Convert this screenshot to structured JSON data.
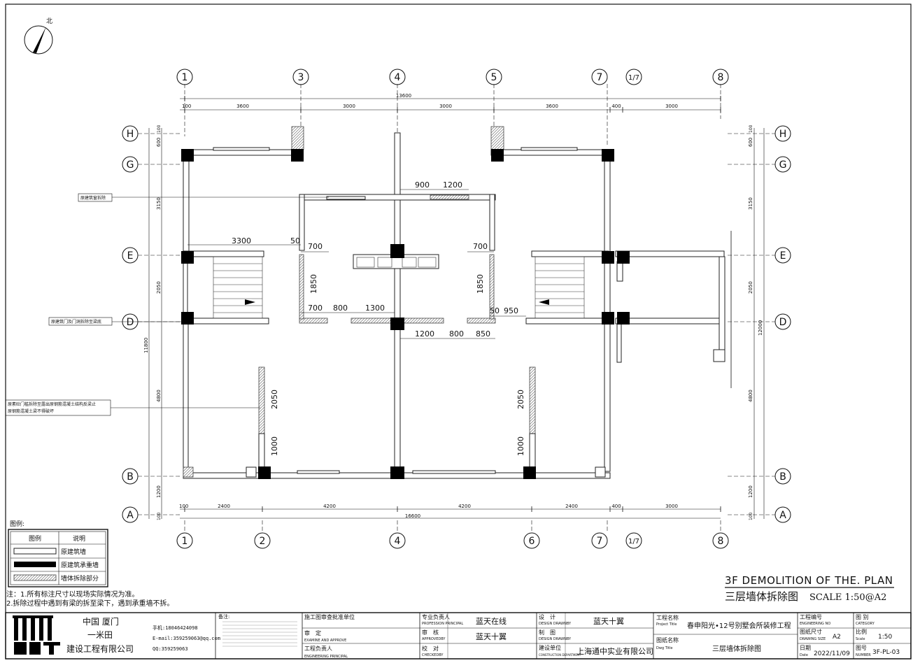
{
  "north": {
    "label": "北"
  },
  "grids": {
    "top": [
      "1",
      "3",
      "4",
      "5",
      "7",
      "1/7",
      "8"
    ],
    "bottom": [
      "1",
      "2",
      "4",
      "6",
      "7",
      "1/7",
      "8"
    ],
    "rows": [
      "H",
      "G",
      "E",
      "D",
      "B",
      "A"
    ]
  },
  "dimensions": {
    "top_total": "13600",
    "top": [
      "100",
      "3600",
      "3000",
      "3000",
      "3600",
      "400",
      "3000"
    ],
    "bottom_total": "16600",
    "bottom": [
      "100",
      "2400",
      "4200",
      "4200",
      "2400",
      "400",
      "3000"
    ],
    "left": [
      "100",
      "600",
      "3150",
      "2050",
      "4800",
      "1200",
      "100"
    ],
    "left_total": "11800",
    "right": [
      "100",
      "600",
      "3150",
      "2050",
      "4800",
      "1200",
      "100"
    ],
    "right_total": "12000",
    "inner": [
      "900",
      "1200",
      "3300",
      "50",
      "700",
      "700",
      "1850",
      "1850",
      "700",
      "800",
      "1300",
      "50",
      "950",
      "1200",
      "800",
      "850",
      "2050",
      "2050",
      "1000",
      "1000"
    ]
  },
  "notes": {
    "n1": "原建筑窗拆除",
    "n2": "原建筑门及门洞拆除至梁底",
    "n3a": "原素砼门槛拆除至露出原钢筋混凝土结构反梁止",
    "n3b": "原钢筋混凝土梁不得破坏"
  },
  "legend": {
    "title": "图例:",
    "col1": "图例",
    "col2": "说明",
    "items": [
      "原建筑墙",
      "原建筑承重墙",
      "墙体拆除部分"
    ]
  },
  "remarks": {
    "r1": "注：1.所有标注尺寸以现场实际情况为准。",
    "r2": "2.拆除过程中遇到有梁的拆至梁下，遇到承重墙不拆。"
  },
  "title": {
    "en": "3F DEMOLITION OF THE. PLAN",
    "cn": "三层墙体拆除图",
    "scale": "SCALE 1:50@A2"
  },
  "titleblock": {
    "company_l1": "中国 厦门",
    "company_l2": "一米田",
    "company_l3": "建设工程有限公司",
    "phone": "手机:18046424098",
    "email": "E-mail:359259063@qq.com",
    "qq": "QQ:359259063",
    "remark_label": "备注:",
    "review_unit": "施工图审查批准单位",
    "approve": "审　定",
    "approve_en": "EXAMINE AND APPROVE",
    "eng_principal": "工程负责人",
    "eng_principal_en": "ENGINEERING PRINCIPAL",
    "prof_principal": "专业负责人",
    "prof_principal_en": "PROFESSION PRINCIPAL",
    "prof_name": "蓝天在线",
    "check": "审　核",
    "check_en": "APPROVEDBY",
    "check_name": "蓝天十翼",
    "verify": "校　对",
    "verify_en": "CHECKEDBY",
    "design": "设　计",
    "design_en": "DESIGN DRAWNBY",
    "design_name": "蓝天十翼",
    "draw": "制　图",
    "draw_en": "DESIGN DRAWNBY",
    "builder": "建设单位",
    "builder_en": "CONSTRUCTION DEPARTMENT",
    "builder_name": "上海通中实业有限公司",
    "project_label": "工程名称",
    "project_en": "Project Title",
    "project_name": "春申阳光•12号别墅会所装修工程",
    "drawing_label": "图纸名称",
    "drawing_en": "Dwg Title",
    "drawing_name": "三层墙体拆除图",
    "eng_no": "工程编号",
    "eng_no_en": "ENGINEERING NO",
    "size_label": "图纸尺寸",
    "size_en": "DRAWING SIZE",
    "size": "A2",
    "date_label": "日期",
    "date_en": "Date",
    "date": "2022/11/09",
    "category": "图 别",
    "category_en": "CATEGORY",
    "ratio_label": "比例",
    "ratio_en": "Scale",
    "ratio": "1:50",
    "num_label": "图号",
    "num_en": "NUMBER",
    "num": "3F-PL-03"
  }
}
